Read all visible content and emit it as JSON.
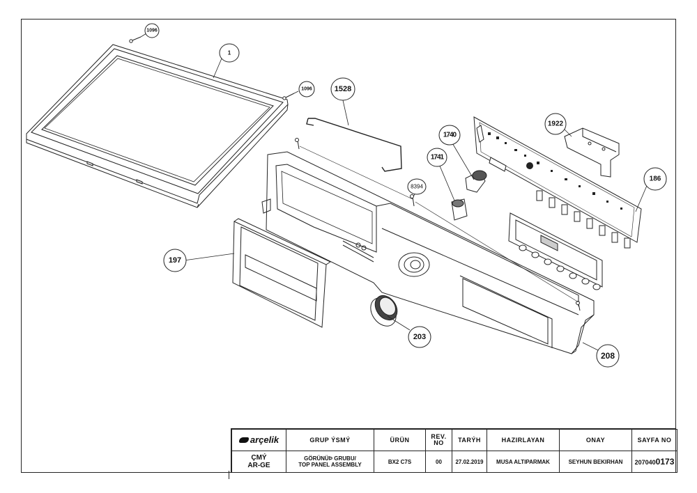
{
  "drawing": {
    "callouts": [
      {
        "id": "c-1096-a",
        "label": "1096"
      },
      {
        "id": "c-1",
        "label": "1"
      },
      {
        "id": "c-1096-b",
        "label": "1096"
      },
      {
        "id": "c-1528",
        "label": "1528"
      },
      {
        "id": "c-1922",
        "label": "1922"
      },
      {
        "id": "c-1740",
        "label": "1740"
      },
      {
        "id": "c-1741",
        "label": "1741"
      },
      {
        "id": "c-186",
        "label": "186"
      },
      {
        "id": "c-8394",
        "label": "8394"
      },
      {
        "id": "c-197",
        "label": "197"
      },
      {
        "id": "c-203",
        "label": "203"
      },
      {
        "id": "c-208",
        "label": "208"
      }
    ]
  },
  "title_block": {
    "brand": "arçelik",
    "headers": {
      "group_name": "GRUP ÝSMÝ",
      "product": "ÜRÜN",
      "rev_no_line1": "REV.",
      "rev_no_line2": "NO",
      "date": "TARÝH",
      "prepared_by": "HAZIRLAYAN",
      "approval": "ONAY",
      "page_no": "SAYFA NO"
    },
    "values": {
      "dept_line1": "ÇMÝ",
      "dept_line2": "AR-GE",
      "group_name_line1": "GÖRÜNÜÞ GRUBU/",
      "group_name_line2": "TOP PANEL ASSEMBLY",
      "product": "BX2 C7S",
      "rev_no": "00",
      "date": "27.02.2019",
      "prepared_by": "MUSA ALTIPARMAK",
      "approval": "SEYHUN BEKIRHAN",
      "page_no_prefix": "207040",
      "page_no_suffix": "0173"
    }
  }
}
